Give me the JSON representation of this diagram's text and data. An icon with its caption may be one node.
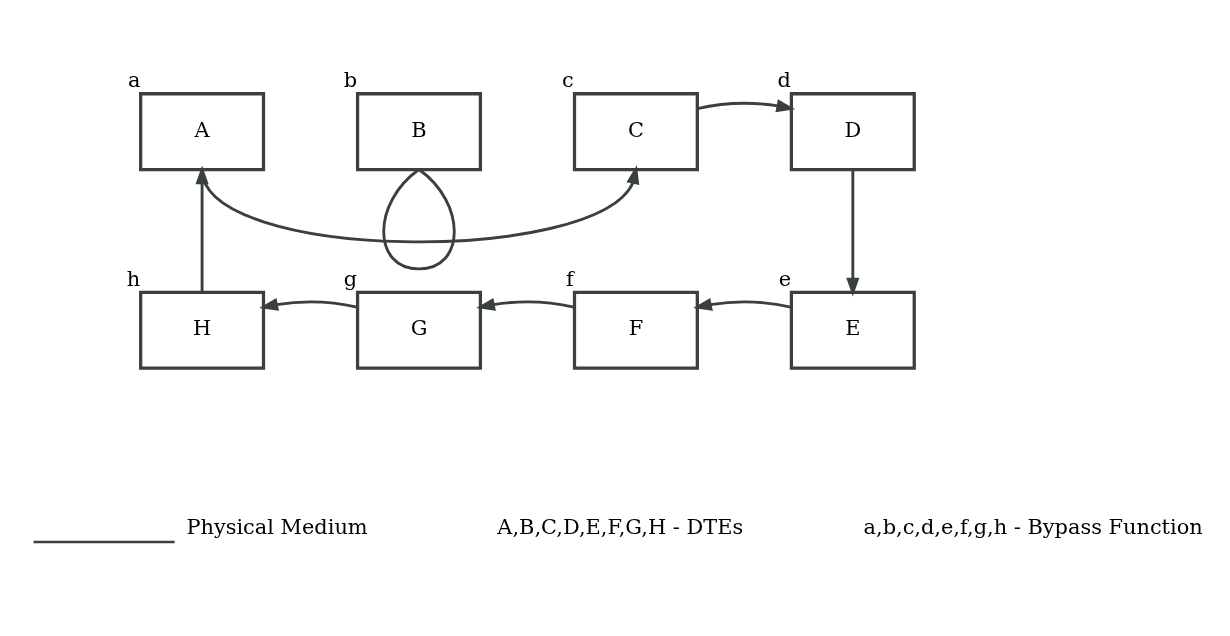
{
  "diagram": {
    "nodes": [
      {
        "text": [
          "A"
        ],
        "beside": [
          "a"
        ]
      },
      {
        "text": [
          "B"
        ],
        "beside": [
          "b"
        ]
      },
      {
        "text": [
          "C"
        ],
        "beside": [
          "c"
        ]
      },
      {
        "text": [
          "D"
        ],
        "beside": [
          "d"
        ]
      },
      {
        "text": [
          "E"
        ],
        "beside": [
          "e"
        ]
      },
      {
        "text": [
          "F"
        ],
        "beside": [
          "f"
        ]
      },
      {
        "text": [
          "G"
        ],
        "beside": [
          "g"
        ]
      },
      {
        "text": [
          "H"
        ],
        "beside": [
          "h"
        ]
      }
    ],
    "edges": [
      {
        "from": 0,
        "to": 2,
        "arrow": "to"
      },
      {
        "from": 1,
        "to": 1,
        "arrow": "none"
      },
      {
        "from": 2,
        "to": 3,
        "arrow": "to"
      },
      {
        "from": 3,
        "to": 4,
        "arrow": "to"
      },
      {
        "from": 4,
        "to": 5,
        "arrow": "to"
      },
      {
        "from": 5,
        "to": 6,
        "arrow": "to"
      },
      {
        "from": 6,
        "to": 7,
        "arrow": "to"
      },
      {
        "from": 7,
        "to": 0,
        "arrow": "to"
      }
    ],
    "labels": [
      "A,B,C,D,E,F,G,H - DTEs",
      "a,b,c,d,e,f,g,h - Bypass Function"
    ],
    "legend": [
      {
        "text": "Physical Medium"
      }
    ]
  }
}
